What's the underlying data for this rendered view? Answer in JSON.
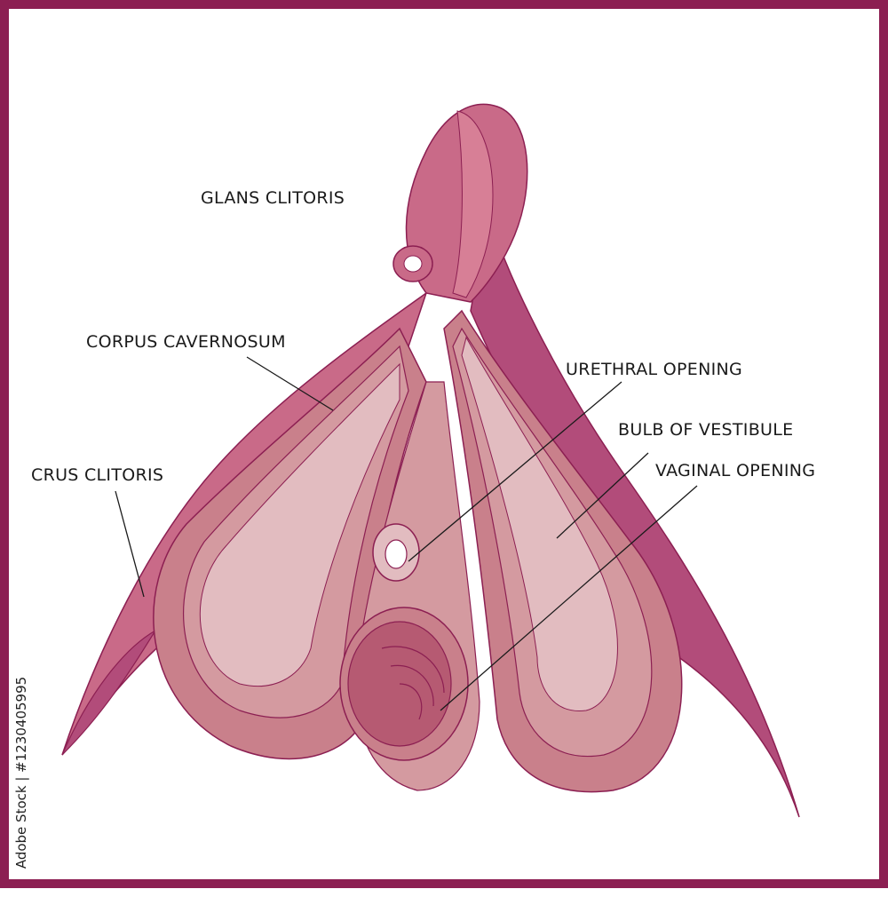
{
  "labels": {
    "glans_clitoris": "GLANS CLITORIS",
    "corpus_cavernosum": "CORPUS CAVERNOSUM",
    "crus_clitoris": "CRUS CLITORIS",
    "urethral_opening": "URETHRAL OPENING",
    "bulb_of_vestibule": "BULB OF VESTIBULE",
    "vaginal_opening": "VAGINAL OPENING"
  },
  "stock_id": "Adobe Stock | #1230405995",
  "colors": {
    "frame": "#8c1f52",
    "crus_dark": "#b24c7a",
    "crus_mid": "#c96a88",
    "bulb_outer": "#c9808b",
    "bulb_mid": "#d49aa0",
    "bulb_inner": "#e2bcc0",
    "outline": "#8c1f52",
    "vagina": "#b65a72"
  }
}
